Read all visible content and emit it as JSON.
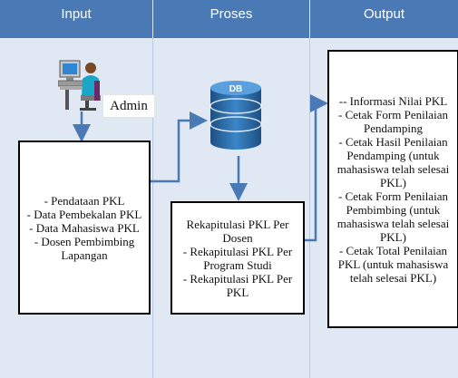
{
  "columns": {
    "input": "Input",
    "process": "Proses",
    "output": "Output"
  },
  "admin": {
    "label": "Admin",
    "icon": "admin-computer-user-icon"
  },
  "database": {
    "label": "DB",
    "icon": "database-icon"
  },
  "input_box": {
    "text": "- Pendataan PKL\n- Data Pembekalan PKL\n- Data Mahasiswa PKL\n- Dosen Pembimbing\nLapangan"
  },
  "process_box": {
    "text": "Rekapitulasi PKL Per\nDosen\n- Rekapitulasi PKL Per\nProgram Studi\n- Rekapitulasi PKL Per\nPKL"
  },
  "output_box": {
    "text": "-- Informasi Nilai PKL\n- Cetak Form Penilaian\nPendamping\n- Cetak Hasil Penilaian\nPendamping (untuk\nmahasiswa telah selesai\nPKL)\n- Cetak Form Penilaian\nPembimbing (untuk\nmahasiswa telah selesai\nPKL)\n- Cetak Total Penilaian\nPKL (untuk mahasiswa\ntelah selesai PKL)"
  },
  "colors": {
    "header": "#4a7ab5",
    "background": "#dfe8f3",
    "arrow": "#4a7ab5",
    "database": "#2a6aa6"
  }
}
